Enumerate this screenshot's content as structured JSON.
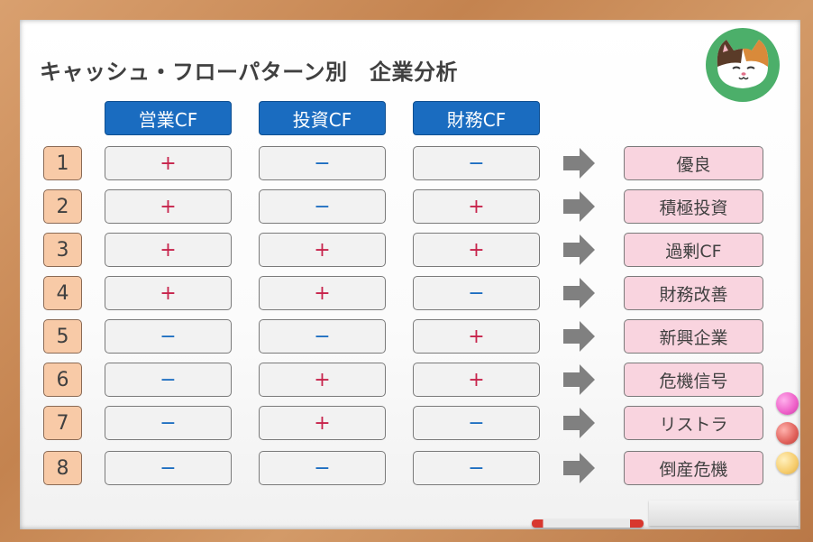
{
  "title": "キャッシュ・フローパターン別　企業分析",
  "headers": [
    "営業CF",
    "投資CF",
    "財務CF"
  ],
  "rows": [
    {
      "num": "1",
      "cf": [
        "+",
        "−",
        "−"
      ],
      "result": "優良"
    },
    {
      "num": "2",
      "cf": [
        "+",
        "−",
        "+"
      ],
      "result": "積極投資"
    },
    {
      "num": "3",
      "cf": [
        "+",
        "+",
        "+"
      ],
      "result": "過剰CF"
    },
    {
      "num": "4",
      "cf": [
        "+",
        "+",
        "−"
      ],
      "result": "財務改善"
    },
    {
      "num": "5",
      "cf": [
        "−",
        "−",
        "+"
      ],
      "result": "新興企業"
    },
    {
      "num": "6",
      "cf": [
        "−",
        "+",
        "+"
      ],
      "result": "危機信号"
    },
    {
      "num": "7",
      "cf": [
        "−",
        "+",
        "−"
      ],
      "result": "リストラ"
    },
    {
      "num": "8",
      "cf": [
        "−",
        "−",
        "−"
      ],
      "result": "倒産危機"
    }
  ],
  "icons": {
    "mascot": "calico-cat-face-icon",
    "arrow": "right-arrow-icon",
    "magnets": [
      "pink-magnet",
      "red-magnet",
      "yellow-magnet"
    ]
  },
  "colors": {
    "header_bg": "#1a6cc0",
    "number_bg": "#f8caa7",
    "cell_bg": "#f2f2f2",
    "result_bg": "#f9d4df",
    "plus": "#c7234b",
    "minus": "#1a6cc0",
    "arrow": "#808080",
    "mascot_circle": "#4caf6a",
    "magnets": [
      "#ee5fc8",
      "#e0605a",
      "#f6cc6c"
    ]
  }
}
